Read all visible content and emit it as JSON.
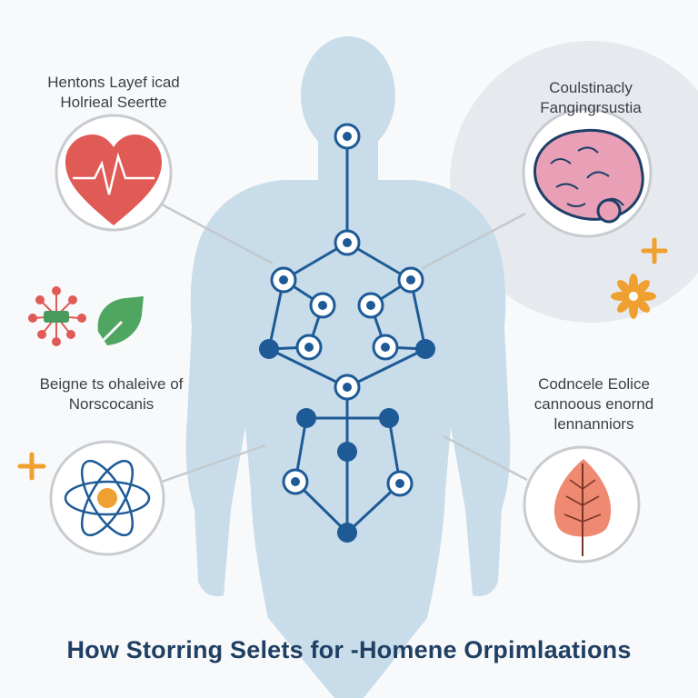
{
  "labels": {
    "top_left": [
      "Hentons Layef icad",
      "Holrieal Seertte"
    ],
    "top_right": [
      "Coulstinacly",
      "Fangingrsustia"
    ],
    "mid_left": [
      "Beigne ts ohaleive of",
      "Norscocanis"
    ],
    "mid_right": [
      "Codncele Eolice",
      "cannoous enornd",
      "lennanniors"
    ]
  },
  "title": "How Storring Selets for ‐Homene Orpimlaations",
  "icons": {
    "top_left": "heart-icon",
    "top_right": "brain-icon",
    "bottom_left": "atom-icon",
    "bottom_right": "leaf-icon",
    "side_left": [
      "molecule-icon",
      "leaf-shape-icon"
    ],
    "decor": [
      "plus-icon",
      "flower-icon"
    ]
  },
  "colors": {
    "body": "#c9dcea",
    "network": "#1e5b96",
    "heart": "#e05a56",
    "brain": "#e9a0b6",
    "leaf": "#ee8a72",
    "accent": "#f0a030",
    "title": "#1f3f63"
  }
}
